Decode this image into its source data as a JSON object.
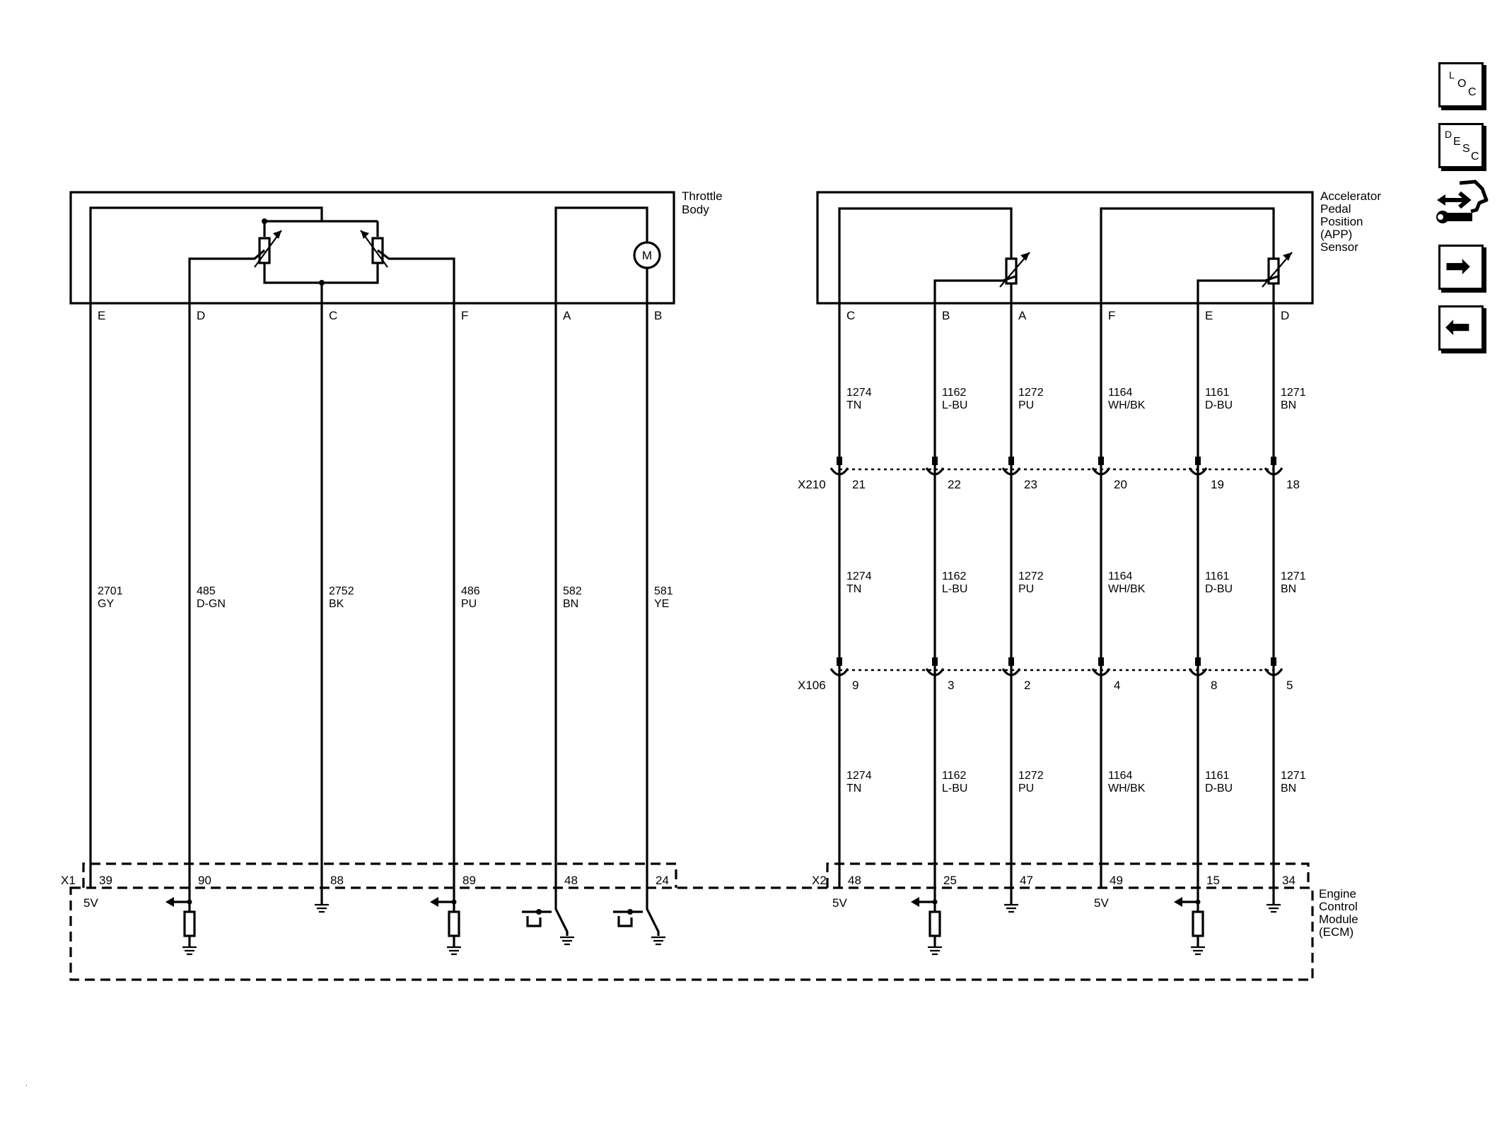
{
  "components": {
    "throttle_body": "Throttle\nBody",
    "app_sensor": "Accelerator\nPedal\nPosition\n(APP)\nSensor",
    "ecm": "Engine\nControl\nModule\n(ECM)"
  },
  "throttle_pins": [
    "E",
    "D",
    "C",
    "F",
    "A",
    "B"
  ],
  "app_pins": [
    "C",
    "B",
    "A",
    "F",
    "E",
    "D"
  ],
  "motor_symbol": "M",
  "throttle_wires": [
    {
      "circuit": "2701",
      "color": "GY",
      "ecm_pin": "39"
    },
    {
      "circuit": "485",
      "color": "D-GN",
      "ecm_pin": "90"
    },
    {
      "circuit": "2752",
      "color": "BK",
      "ecm_pin": "88"
    },
    {
      "circuit": "486",
      "color": "PU",
      "ecm_pin": "89"
    },
    {
      "circuit": "582",
      "color": "BN",
      "ecm_pin": "48"
    },
    {
      "circuit": "581",
      "color": "YE",
      "ecm_pin": "24"
    }
  ],
  "app_wires": [
    {
      "circuit": "1274",
      "color": "TN",
      "x210": "21",
      "x106": "9",
      "ecm_pin": "48"
    },
    {
      "circuit": "1162",
      "color": "L-BU",
      "x210": "22",
      "x106": "3",
      "ecm_pin": "25"
    },
    {
      "circuit": "1272",
      "color": "PU",
      "x210": "23",
      "x106": "2",
      "ecm_pin": "47"
    },
    {
      "circuit": "1164",
      "color": "WH/BK",
      "x210": "20",
      "x106": "4",
      "ecm_pin": "49"
    },
    {
      "circuit": "1161",
      "color": "D-BU",
      "x210": "19",
      "x106": "8",
      "ecm_pin": "15"
    },
    {
      "circuit": "1271",
      "color": "BN",
      "x210": "18",
      "x106": "5",
      "ecm_pin": "34"
    }
  ],
  "connectors": {
    "x210": "X210",
    "x106": "X106",
    "x1": "X1",
    "x2": "X2"
  },
  "ecm_labels": {
    "five_volt": "5V"
  },
  "nav": {
    "loc": {
      "l": "L",
      "o": "O",
      "c": "C"
    },
    "desc": {
      "d": "D",
      "e": "E",
      "s": "S",
      "c": "C"
    },
    "forward_arrow": "➡",
    "back_arrow": "⬅"
  }
}
